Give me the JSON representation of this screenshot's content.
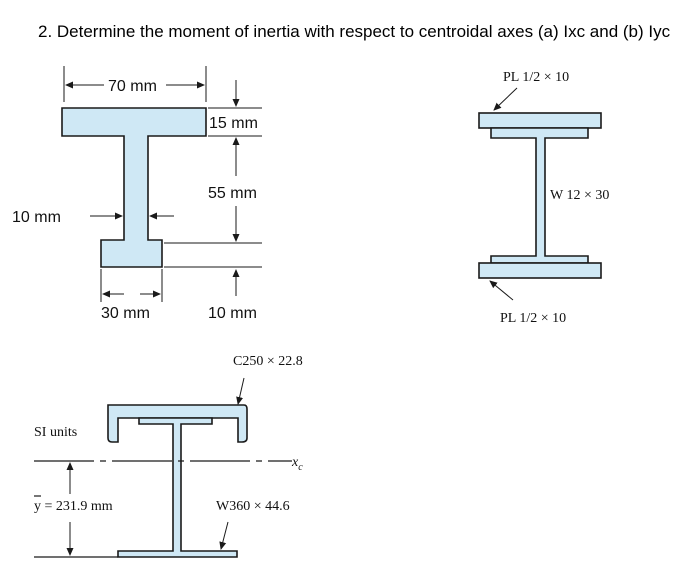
{
  "question": "2.  Determine the moment of inertia with respect to centroidal axes (a) Ixc and (b) Iyc",
  "figure_a": {
    "dim_top_width": "70 mm",
    "dim_flange_thickness": "15 mm",
    "dim_web_height": "55 mm",
    "dim_web_thickness": "10 mm",
    "dim_bottom_width": "30 mm",
    "dim_bottom_thickness": "10 mm"
  },
  "figure_b": {
    "top_plate_label": "PL 1/2 × 10",
    "section_label": "W 12 × 30",
    "bottom_plate_label": "PL 1/2 × 10"
  },
  "figure_c": {
    "channel_label": "C250 × 22.8",
    "units_label": "SI units",
    "centroid_axis_label": "x",
    "centroid_axis_subscript": "c",
    "ybar_label": "y = 231.9 mm",
    "section_label": "W360 × 44.6"
  }
}
